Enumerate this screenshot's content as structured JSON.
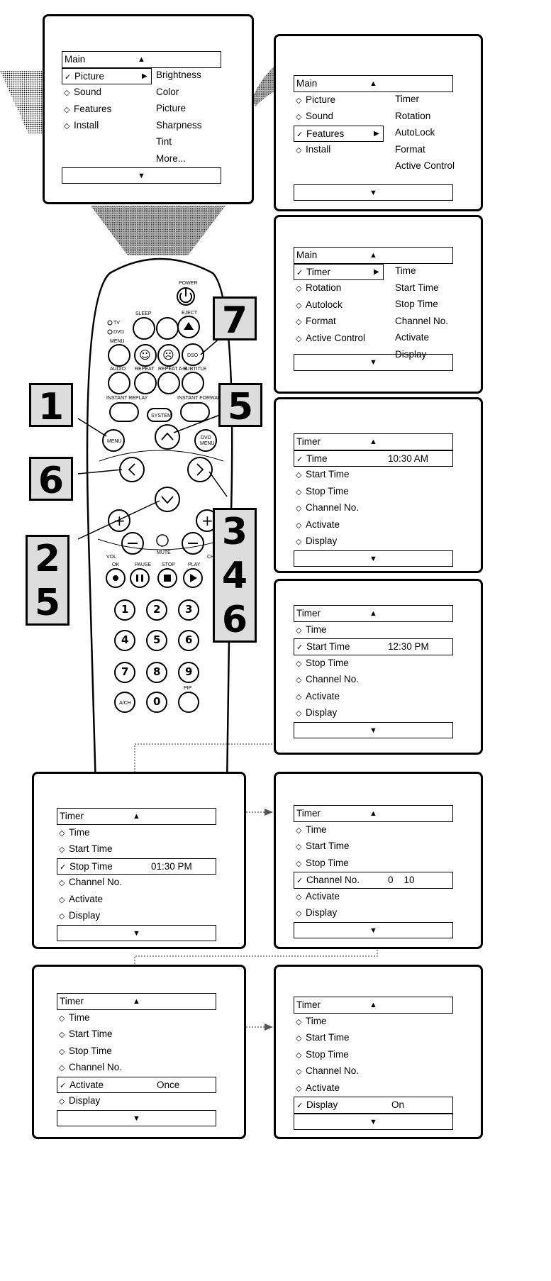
{
  "panel1": {
    "header": "Main",
    "items": [
      {
        "label": "Picture",
        "selected": true
      },
      {
        "label": "Sound"
      },
      {
        "label": "Features"
      },
      {
        "label": "Install"
      }
    ],
    "submenu": [
      "Brightness",
      "Color",
      "Picture",
      "Sharpness",
      "Tint",
      "More..."
    ]
  },
  "panel2": {
    "header": "Main",
    "items": [
      {
        "label": "Picture"
      },
      {
        "label": "Sound"
      },
      {
        "label": "Features",
        "selected": true
      },
      {
        "label": "Install"
      }
    ],
    "submenu": [
      "Timer",
      "Rotation",
      "AutoLock",
      "Format",
      "Active Control"
    ]
  },
  "panel3": {
    "header": "Main",
    "items": [
      {
        "label": "Timer",
        "selected": true
      },
      {
        "label": "Rotation"
      },
      {
        "label": "Autolock"
      },
      {
        "label": "Format"
      },
      {
        "label": "Active Control"
      }
    ],
    "submenu": [
      "Time",
      "Start Time",
      "Stop Time",
      "Channel No.",
      "Activate",
      "Display"
    ]
  },
  "panel4": {
    "header": "Timer",
    "items": [
      {
        "label": "Time",
        "selected": true,
        "value": "10:30 AM"
      },
      {
        "label": "Start Time"
      },
      {
        "label": "Stop Time"
      },
      {
        "label": "Channel No."
      },
      {
        "label": "Activate"
      },
      {
        "label": "Display"
      }
    ]
  },
  "panel5": {
    "header": "Timer",
    "items": [
      {
        "label": "Time"
      },
      {
        "label": "Start Time",
        "selected": true,
        "value": "12:30 PM"
      },
      {
        "label": "Stop Time"
      },
      {
        "label": "Channel No."
      },
      {
        "label": "Activate"
      },
      {
        "label": "Display"
      }
    ]
  },
  "panel6": {
    "header": "Timer",
    "items": [
      {
        "label": "Time"
      },
      {
        "label": "Start Time"
      },
      {
        "label": "Stop Time",
        "selected": true,
        "value": "01:30 PM"
      },
      {
        "label": "Channel No."
      },
      {
        "label": "Activate"
      },
      {
        "label": "Display"
      }
    ]
  },
  "panel7": {
    "header": "Timer",
    "items": [
      {
        "label": "Time"
      },
      {
        "label": "Start Time"
      },
      {
        "label": "Stop Time"
      },
      {
        "label": "Channel No.",
        "selected": true,
        "value": "0    10"
      },
      {
        "label": "Activate"
      },
      {
        "label": "Display"
      }
    ]
  },
  "panel8": {
    "header": "Timer",
    "items": [
      {
        "label": "Time"
      },
      {
        "label": "Start Time"
      },
      {
        "label": "Stop Time"
      },
      {
        "label": "Channel No."
      },
      {
        "label": "Activate",
        "selected": true,
        "value": "Once"
      },
      {
        "label": "Display"
      }
    ]
  },
  "panel9": {
    "header": "Timer",
    "items": [
      {
        "label": "Time"
      },
      {
        "label": "Start Time"
      },
      {
        "label": "Stop Time"
      },
      {
        "label": "Channel No."
      },
      {
        "label": "Activate"
      },
      {
        "label": "Display",
        "selected": true,
        "value": "On"
      }
    ]
  },
  "remote": {
    "labels": {
      "power": "POWER",
      "sleep": "SLEEP",
      "tv": "TV",
      "dvd": "DVD",
      "eject": "EJECT",
      "menu_top": "MENU",
      "audio": "AUDIO",
      "repeat": "REPEAT",
      "repeat_ab": "REPEAT A-B",
      "subtitle": "SUBTITLE",
      "instant_replay": "INSTANT REPLAY",
      "instant_forward": "INSTANT FORWARD",
      "system": "SYSTEM",
      "menu": "MENU",
      "dvd_menu": "DVD MENU",
      "vol": "VOL",
      "ch": "CH",
      "mute": "MUTE",
      "ok": "OK",
      "pause": "PAUSE",
      "stop": "STOP",
      "play": "PLAY",
      "a_ch": "A/CH",
      "pip": "PIP"
    },
    "digits": [
      "1",
      "2",
      "3",
      "4",
      "5",
      "6",
      "7",
      "8",
      "9",
      "0"
    ]
  },
  "callouts": [
    "1",
    "2",
    "5",
    "3",
    "4",
    "6",
    "6",
    "5",
    "7"
  ]
}
